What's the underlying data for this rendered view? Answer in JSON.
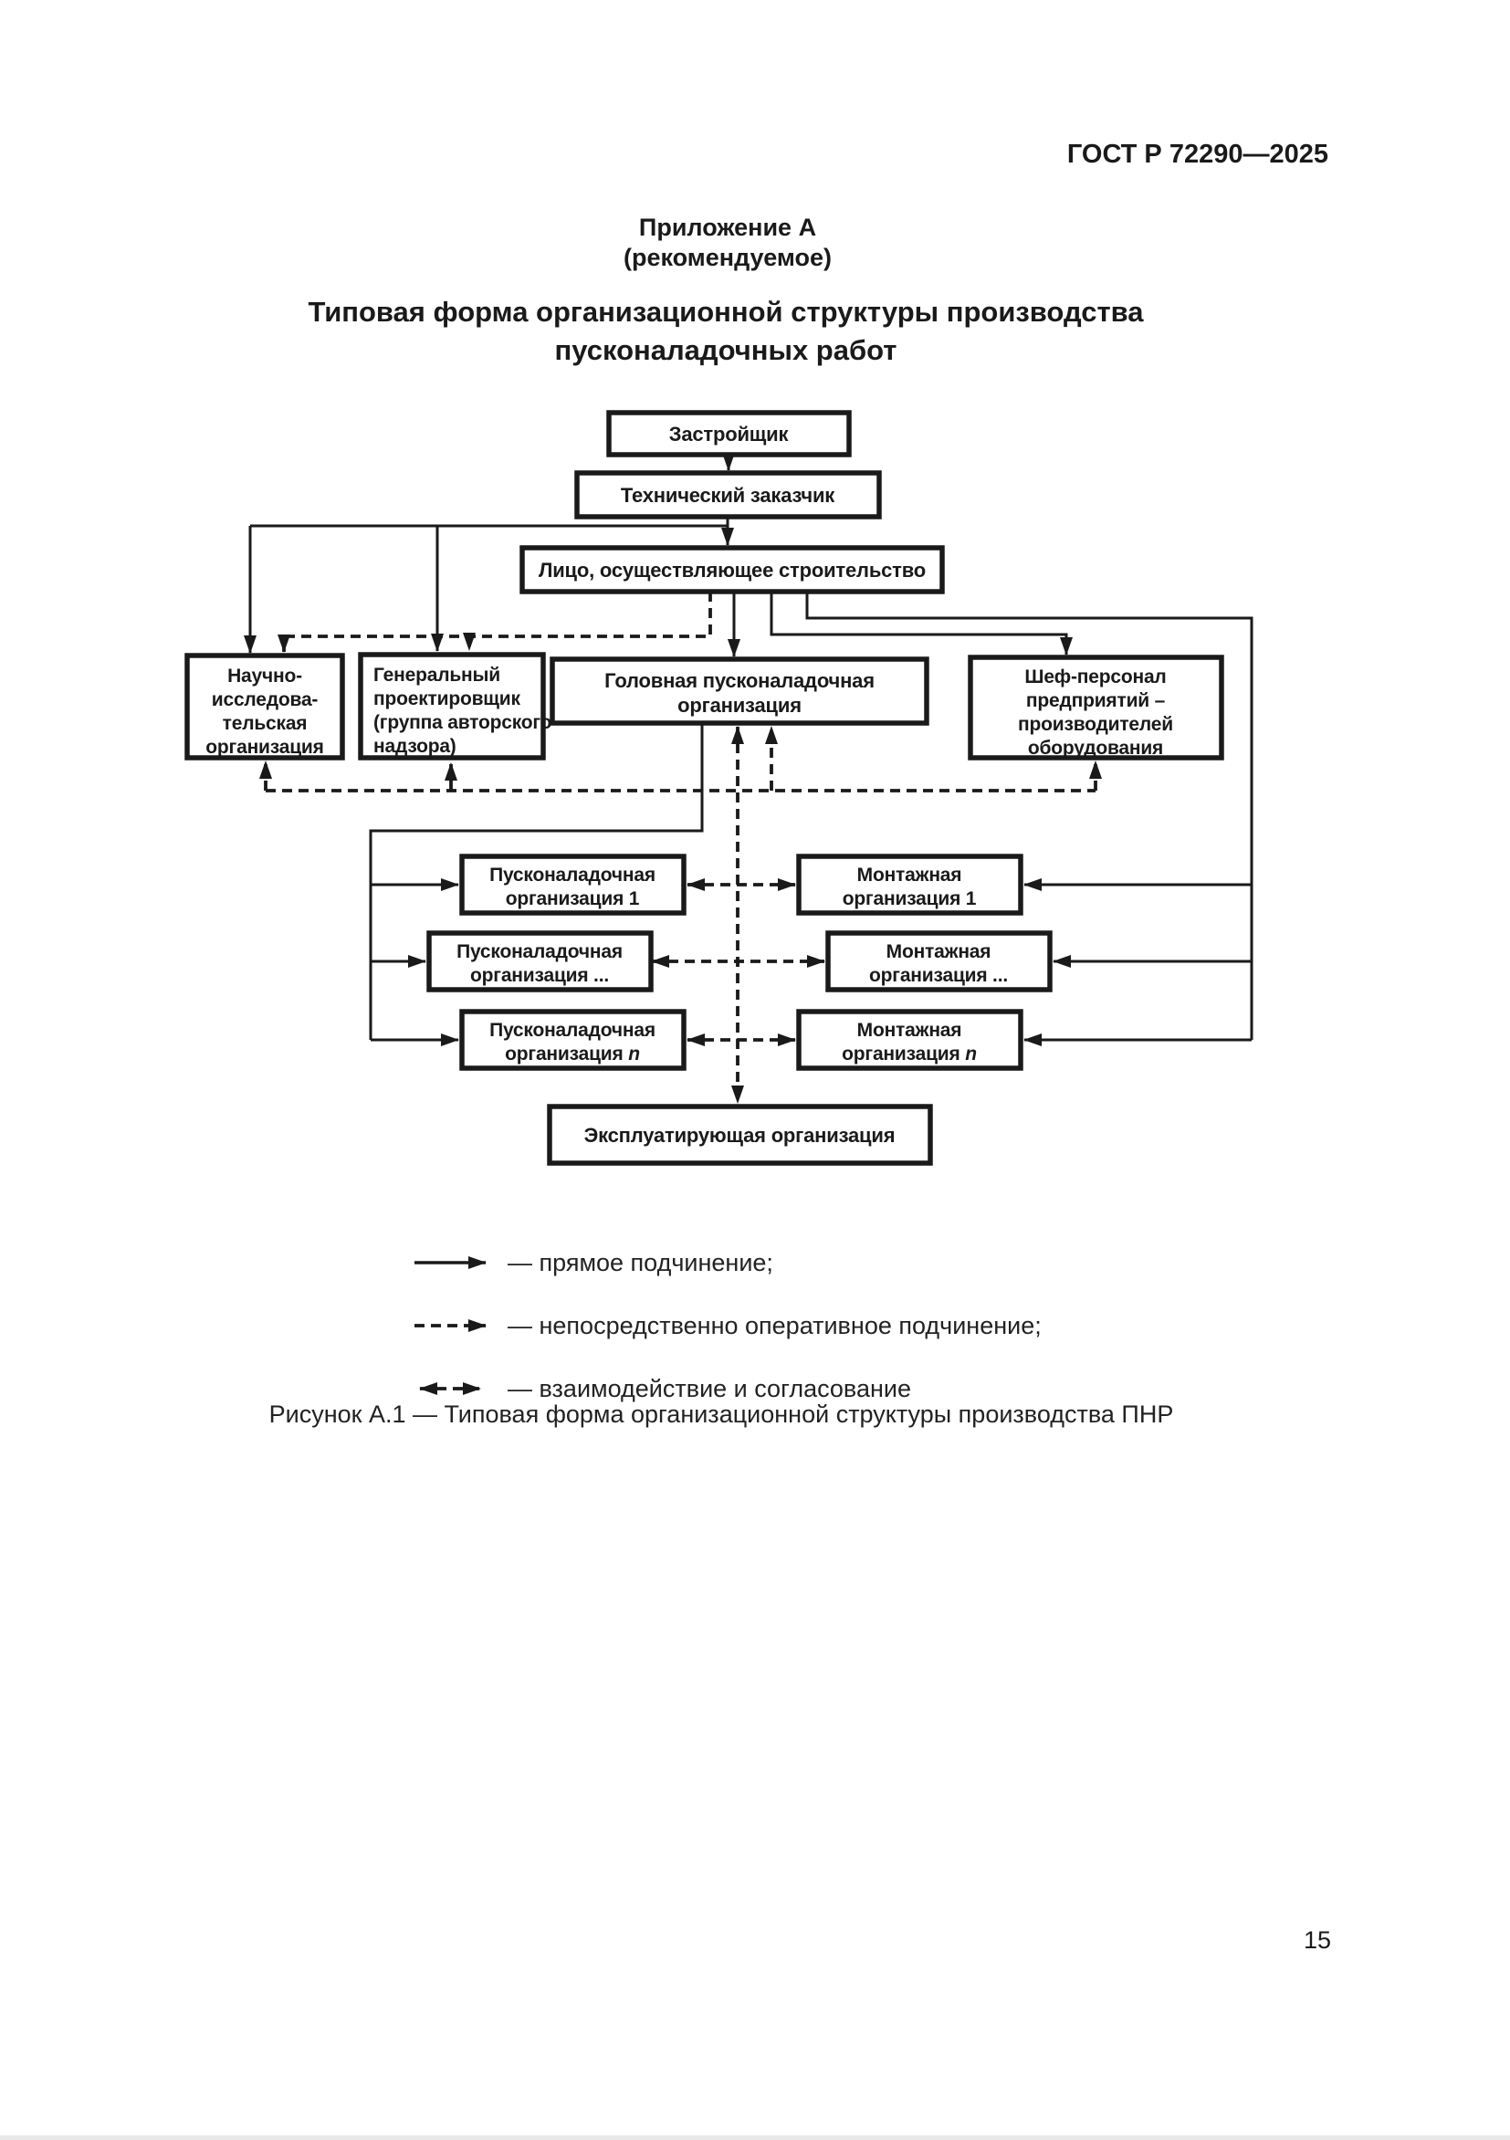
{
  "page": {
    "header": "ГОСТ Р 72290—2025",
    "page_number": "15",
    "appendix": {
      "label": "Приложение А",
      "note": "(рекомендуемое)"
    },
    "title": {
      "line1": "Типовая форма организационной структуры производства",
      "line2": "пусконаладочных работ"
    },
    "caption": "Рисунок А.1 — Типовая форма организационной структуры производства ПНР"
  },
  "diagram": {
    "nodes": {
      "zastr": {
        "lines": [
          "Застройщик"
        ]
      },
      "tekh": {
        "lines": [
          "Технический заказчик"
        ]
      },
      "litso": {
        "lines": [
          "Лицо, осуществляющее строительство"
        ]
      },
      "nii": {
        "lines": [
          "Научно-",
          "исследова-",
          "тельская",
          "организация"
        ]
      },
      "gen": {
        "lines": [
          "Генеральный",
          "проектировщик",
          "(группа авторского",
          "надзора)"
        ]
      },
      "golov": {
        "lines": [
          "Головная пусконаладочная",
          "организация"
        ]
      },
      "shef": {
        "lines": [
          "Шеф-персонал",
          "предприятий –",
          "производителей",
          "оборудования"
        ]
      },
      "pno1": {
        "line1": "Пусконаладочная",
        "line2": "организация 1"
      },
      "pnod": {
        "line1": "Пусконаладочная",
        "line2": "организация ..."
      },
      "pnon": {
        "line1": "Пусконаладочная",
        "line2": "организация ",
        "n_italic": "n"
      },
      "mont1": {
        "line1": "Монтажная",
        "line2": "организация 1"
      },
      "montd": {
        "line1": "Монтажная",
        "line2": "организация ..."
      },
      "montn": {
        "line1": "Монтажная",
        "line2": "организация ",
        "n_italic": "n"
      },
      "ekspl": {
        "lines": [
          "Эксплуатирующая организация"
        ]
      }
    },
    "edges": [
      {
        "from": "Застройщик",
        "to": "Технический заказчик",
        "type": "прямое подчинение"
      },
      {
        "from": "Технический заказчик",
        "to": "Лицо, осуществляющее строительство",
        "type": "прямое подчинение"
      },
      {
        "from": "Технический заказчик",
        "to": "Научно-исследовательская организация",
        "type": "прямое подчинение"
      },
      {
        "from": "Технический заказчик",
        "to": "Генеральный проектировщик (группа авторского надзора)",
        "type": "прямое подчинение"
      },
      {
        "from": "Лицо, осуществляющее строительство",
        "to": "Научно-исследовательская организация",
        "type": "непосредственно оперативное подчинение"
      },
      {
        "from": "Лицо, осуществляющее строительство",
        "to": "Генеральный проектировщик (группа авторского надзора)",
        "type": "непосредственно оперативное подчинение"
      },
      {
        "from": "Лицо, осуществляющее строительство",
        "to": "Головная пусконаладочная организация",
        "type": "прямое подчинение"
      },
      {
        "from": "Лицо, осуществляющее строительство",
        "to": "Шеф-персонал предприятий – производителей оборудования",
        "type": "прямое подчинение"
      },
      {
        "from": "Лицо, осуществляющее строительство",
        "to": "Монтажная организация 1 / ... / n",
        "type": "прямое подчинение"
      },
      {
        "from": "Головная пусконаладочная организация",
        "to": "Пусконаладочная организация 1 / ... / n",
        "type": "прямое подчинение"
      },
      {
        "from": "Головная пусконаладочная организация",
        "to": "Научно-исследовательская организация",
        "type": "взаимодействие и согласование"
      },
      {
        "from": "Головная пусконаладочная организация",
        "to": "Генеральный проектировщик (группа авторского надзора)",
        "type": "взаимодействие и согласование"
      },
      {
        "from": "Головная пусконаладочная организация",
        "to": "Шеф-персонал предприятий – производителей оборудования",
        "type": "взаимодействие и согласование"
      },
      {
        "from": "Головная пусконаладочная организация",
        "to": "Эксплуатирующая организация",
        "type": "непосредственно оперативное подчинение"
      },
      {
        "from": "Пусконаладочная организация 1 / ... / n",
        "to": "Монтажная организация 1 / ... / n",
        "type": "взаимодействие и согласование"
      }
    ],
    "legend": [
      {
        "name": "direct",
        "label": "— прямое подчинение;"
      },
      {
        "name": "operational",
        "label": "— непосредственно оперативное подчинение;"
      },
      {
        "name": "interaction",
        "label": "— взаимодействие и согласование"
      }
    ],
    "colors": {
      "ink": "#1a1a1a",
      "paper": "#ffffff"
    }
  }
}
